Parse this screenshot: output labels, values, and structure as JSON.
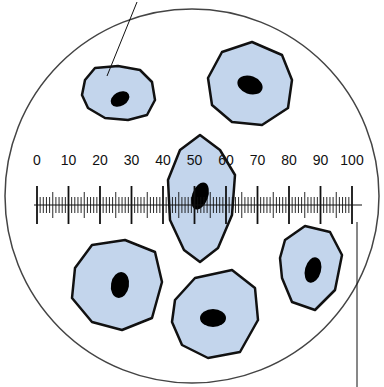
{
  "diagram": {
    "labels": [
      "0",
      "10",
      "20",
      "30",
      "40",
      "50",
      "60",
      "70",
      "80",
      "90",
      "100"
    ]
  }
}
